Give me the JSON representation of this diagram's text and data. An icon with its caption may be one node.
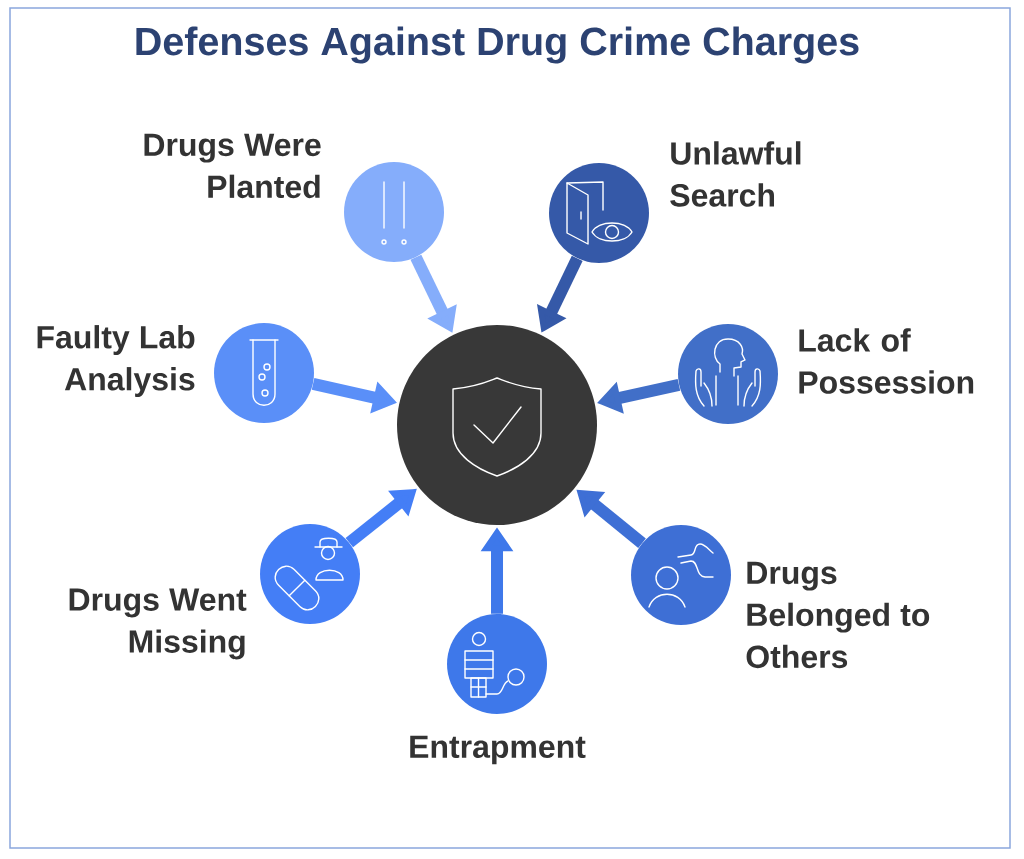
{
  "diagram": {
    "title": "Defenses Against Drug Crime Charges",
    "nodes": [
      {
        "text": [
          "Drugs Were Planted"
        ]
      },
      {
        "text": [
          "Unlawful Search"
        ]
      },
      {
        "text": [
          "Faulty Lab Analysis"
        ]
      },
      {
        "text": [
          "Lack of Possession"
        ]
      },
      {
        "text": [],
        "shape": "circle"
      },
      {
        "text": [
          "Drugs Went Missing"
        ]
      },
      {
        "text": [
          "Drugs Belonged to Others"
        ]
      },
      {
        "text": [
          "Entrapment"
        ]
      }
    ],
    "edges": [
      {
        "from": 0,
        "to": 4,
        "arrow": "to",
        "color": "#85adfb"
      },
      {
        "from": 1,
        "to": 4,
        "arrow": "to",
        "color": "#3559a8"
      },
      {
        "from": 2,
        "to": 4,
        "arrow": "to",
        "color": "#5a8ff8"
      },
      {
        "from": 3,
        "to": 4,
        "arrow": "to",
        "color": "#416fc8"
      },
      {
        "from": 5,
        "to": 4,
        "arrow": "to",
        "color": "#447ef6"
      },
      {
        "from": 6,
        "to": 4,
        "arrow": "to",
        "color": "#3e6fd5"
      },
      {
        "from": 7,
        "to": 4,
        "arrow": "to",
        "color": "#3e78ea"
      }
    ]
  }
}
